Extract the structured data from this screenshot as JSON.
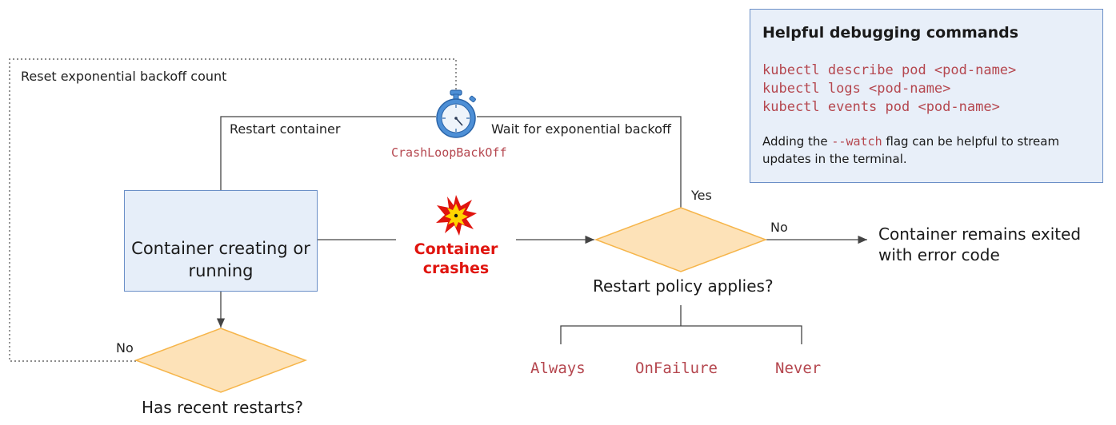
{
  "nodes": {
    "main_state": "Container creating or running",
    "crash": "Container crashes",
    "restart_policy_question": "Restart policy applies?",
    "recent_restarts_question": "Has recent restarts?",
    "exited_outcome": "Container remains exited with error code",
    "backoff_state": "CrashLoopBackOff"
  },
  "edge_labels": {
    "reset_backoff": "Reset exponential backoff count",
    "restart_container": "Restart container",
    "wait_backoff": "Wait for exponential backoff",
    "yes": "Yes",
    "no_policy": "No",
    "no_restarts": "No"
  },
  "restart_policies": [
    "Always",
    "OnFailure",
    "Never"
  ],
  "help": {
    "title": "Helpful debugging commands",
    "commands": [
      "kubectl describe pod <pod-name>",
      "kubectl logs <pod-name>",
      "kubectl events pod <pod-name>"
    ],
    "note_before": "Adding the ",
    "note_flag": "--watch",
    "note_after": " flag can be helpful to stream updates in the terminal."
  },
  "colors": {
    "box_fill": "#e6eef9",
    "box_border": "#6b8fc7",
    "diamond_fill": "#fde2b8",
    "diamond_border": "#f6b54a",
    "code_text": "#b5474f",
    "crash_text": "#e0140e"
  },
  "icons": [
    "stopwatch-icon",
    "gears-icon",
    "explosion-icon"
  ]
}
